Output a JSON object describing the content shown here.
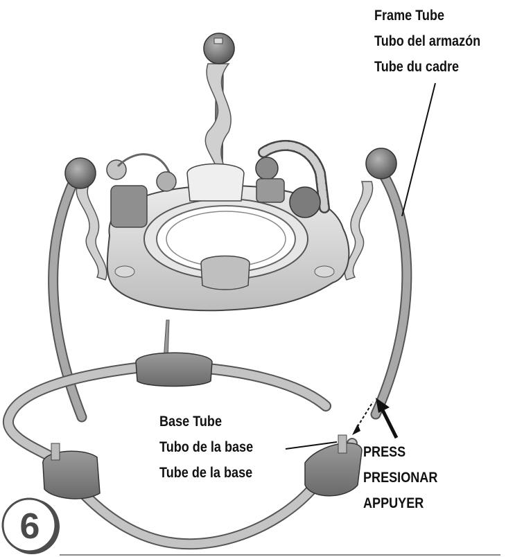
{
  "labels": {
    "frame_tube": [
      "Frame Tube",
      "Tubo del armazón",
      "Tube du cadre"
    ],
    "base_tube": [
      "Base Tube",
      "Tubo de la base",
      "Tube de la base"
    ],
    "press": [
      "PRESS",
      "PRESIONAR",
      "APPUYER"
    ]
  },
  "step": {
    "number": "6"
  },
  "colors": {
    "tube": "#9a9a9a",
    "seat_body": "#d6d6d6",
    "base_housing": "#7e7e7e",
    "ink": "#111111"
  }
}
